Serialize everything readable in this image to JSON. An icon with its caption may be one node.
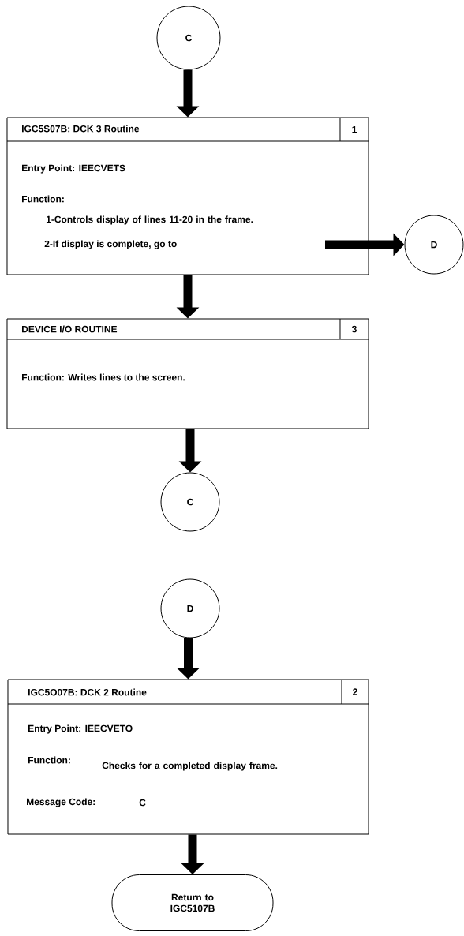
{
  "diagram": {
    "nodes": [
      {
        "text": [
          "C"
        ]
      },
      {
        "text": [
          "IGC5S07B:  DCK 3 Routine",
          "1",
          "Entry Point:  IEECVETS",
          "Function:",
          "1-Controls display of lines 11-20 in the frame.",
          "2-If display is complete, go to"
        ]
      },
      {
        "text": [
          "D"
        ]
      },
      {
        "text": [
          "DEVICE I/O ROUTINE",
          "3",
          "Function:  Writes lines to the screen."
        ]
      },
      {
        "text": [
          "C"
        ]
      },
      {
        "text": [
          "D"
        ]
      },
      {
        "text": [
          "IGC5O07B:  DCK 2 Routine",
          "2",
          "Entry Point:  IEECVETO",
          "Function:",
          "Checks for a completed display frame.",
          "Message Code:",
          "C"
        ]
      },
      {
        "text": [
          "Return to IGC5107B"
        ]
      }
    ],
    "edges": [
      {
        "from": 0,
        "to": 1,
        "arrow": "to"
      },
      {
        "from": 1,
        "to": 2,
        "arrow": "to"
      },
      {
        "from": 1,
        "to": 3,
        "arrow": "to"
      },
      {
        "from": 3,
        "to": 4,
        "arrow": "to"
      },
      {
        "from": 5,
        "to": 6,
        "arrow": "to"
      },
      {
        "from": 6,
        "to": 7,
        "arrow": "to"
      }
    ]
  }
}
